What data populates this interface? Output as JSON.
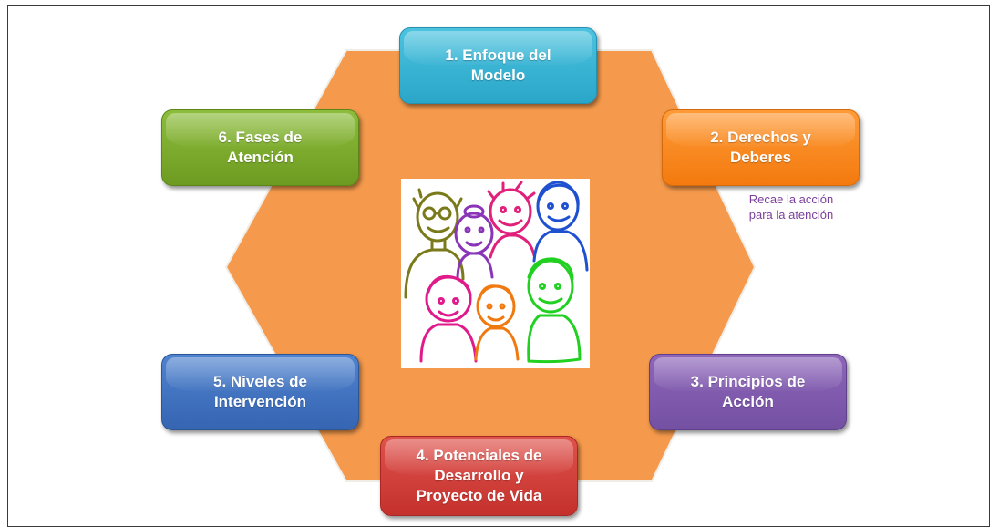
{
  "diagram": {
    "hexagon_color": "#f59a4c",
    "cards": [
      {
        "label": "1. Enfoque del\nModelo",
        "color": "#3db5d8"
      },
      {
        "label": "2. Derechos y\nDeberes",
        "color": "#f7890f"
      },
      {
        "label": "3. Principios de\nAcción",
        "color": "#7f5aae"
      },
      {
        "label": "4. Potenciales de\nDesarrollo y\nProyecto de Vida",
        "color": "#d23f3a"
      },
      {
        "label": "5. Niveles de\nIntervención",
        "color": "#4070c0"
      },
      {
        "label": "6. Fases de\nAtención",
        "color": "#7cab2c"
      }
    ],
    "note": "Recae la acción\npara la atención",
    "center_image": "people-drawing"
  }
}
